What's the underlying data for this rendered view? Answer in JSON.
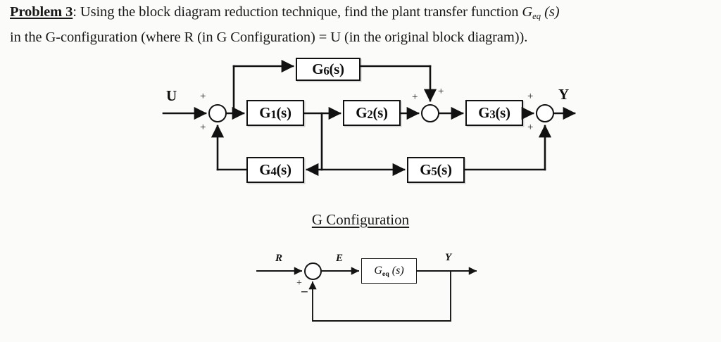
{
  "problem": {
    "label": "Problem 3",
    "colon": ":",
    "line1_a": " Using the block diagram reduction technique, find the plant transfer function ",
    "line1_g": "G",
    "line1_sub": "eq",
    "line1_b": " (s)",
    "line2": "in the G-configuration (where R (in G Configuration) = U (in the original block diagram))."
  },
  "section_heading": "G Configuration",
  "main_diagram": {
    "input_label": "U",
    "output_label": "Y",
    "blocks": [
      {
        "id": "g1",
        "prefix": "G",
        "num": "1",
        "suffix": "(s)",
        "text": "G1(s)"
      },
      {
        "id": "g2",
        "prefix": "G",
        "num": "2",
        "suffix": "(s)",
        "text": "G2(s)"
      },
      {
        "id": "g3",
        "prefix": "G",
        "num": "3",
        "suffix": "(s)",
        "text": "G3(s)"
      },
      {
        "id": "g4",
        "prefix": "G",
        "num": "4",
        "suffix": "(s)",
        "text": "G4(s)"
      },
      {
        "id": "g5",
        "prefix": "G",
        "num": "5",
        "suffix": "(s)",
        "text": "G5(s)"
      },
      {
        "id": "g6",
        "prefix": "G",
        "num": "6",
        "suffix": "(s)",
        "text": "G6(s)"
      }
    ],
    "summing_junctions": [
      {
        "id": "sum1",
        "signs": [
          "+",
          "+"
        ]
      },
      {
        "id": "sum2",
        "signs": [
          "+",
          "+"
        ]
      },
      {
        "id": "sum3",
        "signs": [
          "+",
          "+"
        ]
      }
    ],
    "signs": {
      "sum1_top": "+",
      "sum1_bottom": "+",
      "sum2_left": "+",
      "sum2_top": "+",
      "sum3_top": "+",
      "sum3_bottom": "+"
    }
  },
  "g_config_diagram": {
    "input_label": "R",
    "error_label": "E",
    "output_label": "Y",
    "block": {
      "prefix": "G",
      "sub": "eq",
      "suffix": " (s)",
      "text": "Geq (s)"
    },
    "signs": {
      "plus": "+",
      "minus": "−"
    }
  },
  "colors": {
    "ink": "#111111",
    "paper": "#fbfbfa",
    "box_fill": "#ffffff"
  }
}
